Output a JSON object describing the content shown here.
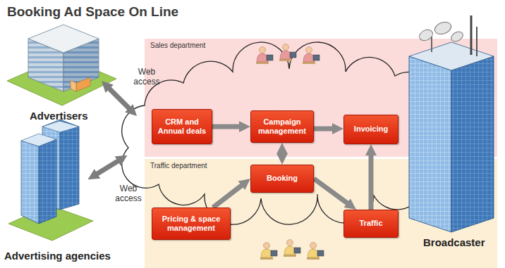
{
  "diagram": {
    "title": "Booking Ad Space On Line",
    "nodes": [
      {
        "text": [
          "Sales department"
        ]
      },
      {
        "text": [
          "CRM and Annual deals"
        ],
        "in": 0
      },
      {
        "text": [
          "Campaign management"
        ],
        "in": 0
      },
      {
        "text": [
          "Invoicing"
        ],
        "in": 0
      },
      {
        "text": [
          "Traffic department"
        ]
      },
      {
        "text": [
          "Booking"
        ],
        "in": 4
      },
      {
        "text": [
          "Pricing & space management"
        ],
        "in": 4
      },
      {
        "text": [
          "Traffic"
        ],
        "in": 4
      },
      {
        "text": [
          "Advertisers"
        ]
      },
      {
        "text": [
          "Advertising agencies"
        ]
      },
      {
        "text": [
          "Broadcaster"
        ]
      }
    ],
    "edges": [
      {
        "from": 1,
        "to": 2,
        "arrow": "to"
      },
      {
        "from": 2,
        "to": 3,
        "arrow": "to"
      },
      {
        "from": 2,
        "to": 5,
        "arrow": "both"
      },
      {
        "from": 6,
        "to": 5,
        "arrow": "to"
      },
      {
        "from": 5,
        "to": 7,
        "arrow": "to"
      },
      {
        "from": 7,
        "to": 3,
        "arrow": "to"
      }
    ],
    "labels": [
      "Web access",
      "Web access"
    ]
  }
}
